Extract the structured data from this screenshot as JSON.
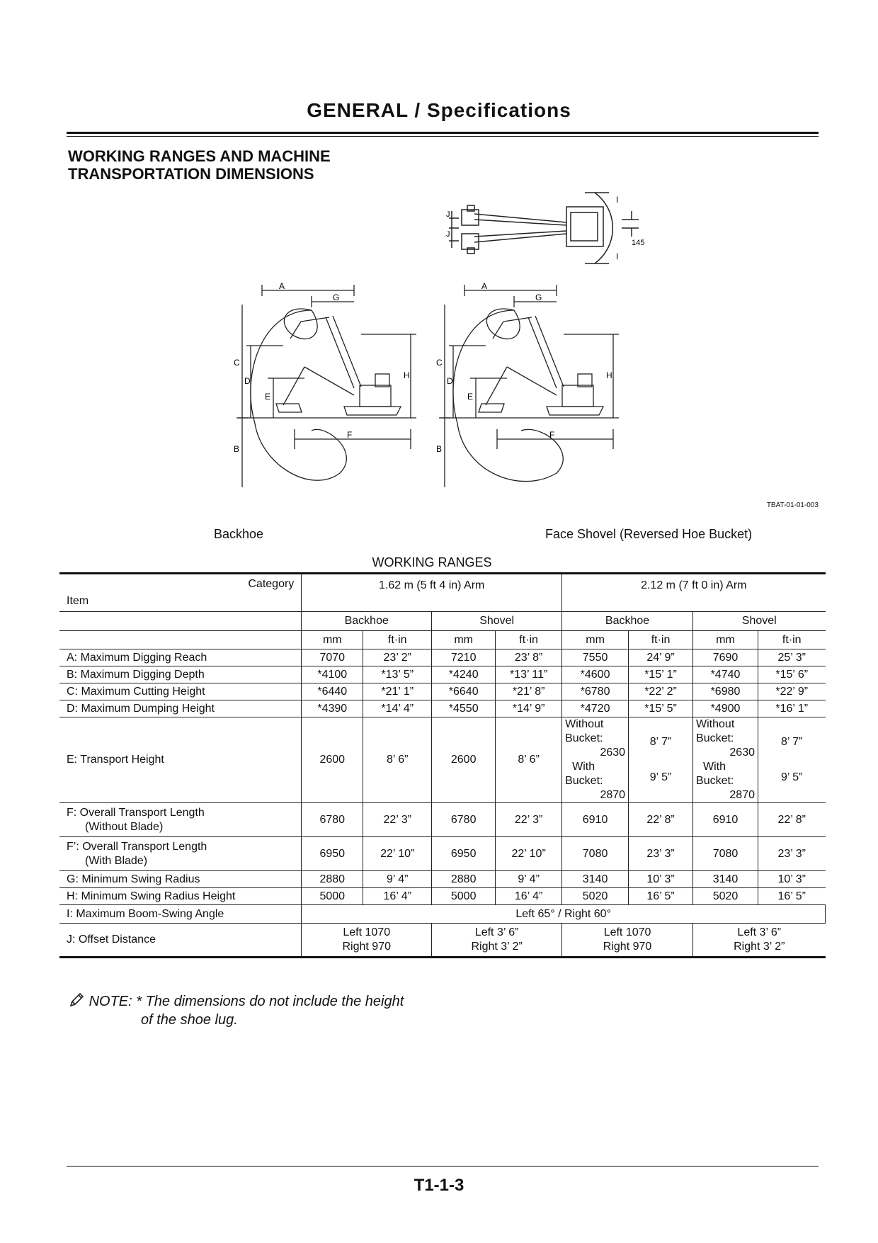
{
  "header": {
    "title": "GENERAL / Specifications"
  },
  "section_heading": "WORKING RANGES AND MACHINE\nTRANSPORTATION DIMENSIONS",
  "figure": {
    "code": "TBAT-01-01-003",
    "caption_left": "Backhoe",
    "caption_right": "Face Shovel (Reversed Hoe Bucket)",
    "top_view_labels": {
      "I": "I",
      "J": "J",
      "offset": "145"
    },
    "side_view_labels": [
      "A",
      "G",
      "C",
      "D",
      "E",
      "H",
      "F",
      "B"
    ]
  },
  "table": {
    "title": "WORKING RANGES",
    "category_label": "Category",
    "item_label": "Item",
    "arm_1": "1.62 m (5 ft 4 in) Arm",
    "arm_2": "2.12 m (7 ft 0 in) Arm",
    "backhoe": "Backhoe",
    "shovel": "Shovel",
    "unit_mm": "mm",
    "unit_ftin": "ft·in",
    "rows": [
      {
        "item": "A: Maximum Digging Reach",
        "values": [
          "7070",
          "23’ 2”",
          "7210",
          "23’ 8”",
          "7550",
          "24’ 9”",
          "7690",
          "25’ 3”"
        ]
      },
      {
        "item": "B: Maximum Digging Depth",
        "values": [
          "*4100",
          "*13’ 5”",
          "*4240",
          "*13’ 11”",
          "*4600",
          "*15’ 1”",
          "*4740",
          "*15’ 6”"
        ]
      },
      {
        "item": "C: Maximum Cutting Height",
        "values": [
          "*6440",
          "*21’ 1”",
          "*6640",
          "*21’ 8”",
          "*6780",
          "*22’ 2”",
          "*6980",
          "*22’ 9”"
        ]
      },
      {
        "item": "D: Maximum Dumping Height",
        "values": [
          "*4390",
          "*14’ 4”",
          "*4550",
          "*14’ 9”",
          "*4720",
          "*15’ 5”",
          "*4900",
          "*16’ 1”"
        ]
      }
    ],
    "transport_height": {
      "item": "E: Transport Height",
      "values": [
        "2600",
        "8’ 6”",
        "2600",
        "8’ 6”"
      ],
      "without_bucket_1": "Without",
      "without_bucket_2": "Bucket:",
      "without_value": "2630",
      "with_bucket_1": "With",
      "with_bucket_2": "Bucket:",
      "with_value": "2870",
      "without_ftin": "8’ 7”",
      "with_ftin": "9’ 5”"
    },
    "rows2": [
      {
        "item": "F: Overall Transport Length",
        "sub": "(Without Blade)",
        "values": [
          "6780",
          "22’ 3”",
          "6780",
          "22’ 3”",
          "6910",
          "22’ 8”",
          "6910",
          "22’ 8”"
        ]
      },
      {
        "item": "F’: Overall Transport Length",
        "sub": "(With Blade)",
        "values": [
          "6950",
          "22’ 10”",
          "6950",
          "22’ 10”",
          "7080",
          "23’ 3”",
          "7080",
          "23’ 3”"
        ]
      }
    ],
    "rows3": [
      {
        "item": "G: Minimum Swing Radius",
        "values": [
          "2880",
          "9’ 4”",
          "2880",
          "9’ 4”",
          "3140",
          "10’ 3”",
          "3140",
          "10’ 3”"
        ]
      },
      {
        "item": "H: Minimum Swing Radius Height",
        "values": [
          "5000",
          "16’ 4”",
          "5000",
          "16’ 4”",
          "5020",
          "16’ 5”",
          "5020",
          "16’ 5”"
        ]
      }
    ],
    "boom_swing": {
      "item": "I: Maximum Boom-Swing Angle",
      "value": "Left 65°  / Right 60°"
    },
    "offset": {
      "item": "J: Offset Distance",
      "values": [
        {
          "left": "Left 1070",
          "right": "Right 970"
        },
        {
          "left": "Left 3’ 6”",
          "right": "Right 3’ 2”"
        },
        {
          "left": "Left 1070",
          "right": "Right 970"
        },
        {
          "left": "Left 3’ 6”",
          "right": "Right 3’ 2”"
        }
      ]
    }
  },
  "note": {
    "label": "NOTE:",
    "line1": "* The dimensions do not include the height",
    "line2": "of the shoe lug."
  },
  "footer": {
    "page_number": "T1-1-3"
  }
}
